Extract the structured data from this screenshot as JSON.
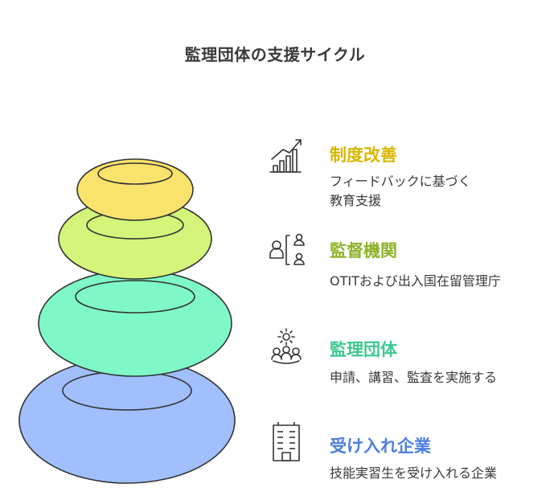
{
  "title": "監理団体の支援サイクル",
  "colors": {
    "level1": "#FAE36C",
    "level2": "#D4F57A",
    "level3": "#7EF8C7",
    "level4": "#A0BFFC",
    "heading1": "#D9B700",
    "heading2": "#8DB32A",
    "heading3": "#3CC88F",
    "heading4": "#4C7FE0",
    "outline": "#333333"
  },
  "levels": [
    {
      "heading": "制度改善",
      "description_lines": [
        "フィードバックに基づく",
        "教育支援"
      ],
      "icon": "chart-bars-icon"
    },
    {
      "heading": "監督機関",
      "description_lines": [
        "OTITおよび出入国在留管理庁"
      ],
      "icon": "people-org-icon"
    },
    {
      "heading": "監理団体",
      "description_lines": [
        "申請、講習、監査を実施する"
      ],
      "icon": "team-gear-icon"
    },
    {
      "heading": "受け入れ企業",
      "description_lines": [
        "技能実習生を受け入れる企業"
      ],
      "icon": "building-icon"
    }
  ]
}
